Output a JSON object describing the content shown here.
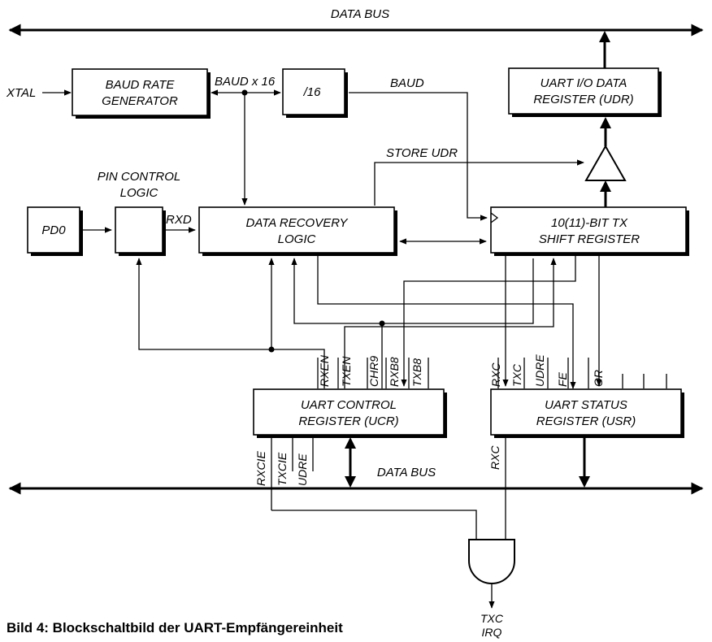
{
  "diagram": {
    "top_bus_label": "DATA BUS",
    "bottom_bus_label": "DATA BUS",
    "xtal_label": "XTAL",
    "baud_x16_label": "BAUD x 16",
    "baud_label": "BAUD",
    "store_udr_label": "STORE UDR",
    "rxd_label": "RXD",
    "blocks": {
      "baud_rate_generator": [
        "BAUD RATE",
        "GENERATOR"
      ],
      "div16": "/16",
      "udr": [
        "UART I/O DATA",
        "REGISTER (UDR)"
      ],
      "pin_control_title": [
        "PIN CONTROL",
        "LOGIC"
      ],
      "pd0": "PD0",
      "data_recovery": [
        "DATA RECOVERY",
        "LOGIC"
      ],
      "shift_register": [
        "10(11)-BIT TX",
        "SHIFT REGISTER"
      ],
      "ucr": [
        "UART CONTROL",
        "REGISTER (UCR)"
      ],
      "usr": [
        "UART STATUS",
        "REGISTER (USR)"
      ]
    },
    "ucr_top_bits": [
      "RXEN",
      "TXEN",
      "CHR9",
      "RXB8",
      "TXB8"
    ],
    "ucr_bottom_bits": [
      "RXCIE",
      "TXCIE",
      "UDRE"
    ],
    "usr_top_bits": [
      "RXC",
      "TXC",
      "UDRE",
      "FE",
      "OR"
    ],
    "usr_bottom_bits": [
      "RXC"
    ],
    "irq_label": [
      "TXC",
      "IRQ"
    ]
  },
  "caption": "Bild 4: Blockschaltbild der UART-Empfängereinheit"
}
